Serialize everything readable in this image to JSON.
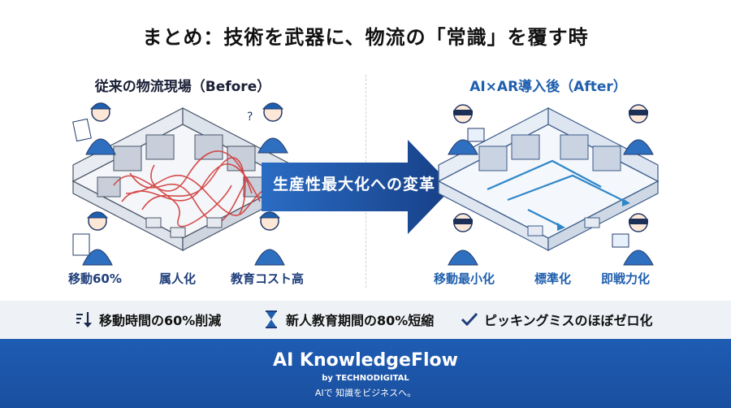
{
  "title": "まとめ：技術を武器に、物流の「常識」を覆す時",
  "before": {
    "heading": "従来の物流現場（Before）",
    "labels": [
      "移動60%",
      "属人化",
      "教育コスト高"
    ]
  },
  "after": {
    "heading": "AI×AR導入後（After）",
    "labels": [
      "移動最小化",
      "標準化",
      "即戦力化"
    ]
  },
  "arrow_label": "生産性最大化への変革",
  "stats": [
    {
      "icon": "sort-down-icon",
      "text": "移動時間の60%削減"
    },
    {
      "icon": "hourglass-icon",
      "text": "新人教育期間の80%短縮"
    },
    {
      "icon": "checkmark-icon",
      "text": "ピッキングミスのほぼゼロ化"
    }
  ],
  "footer": {
    "brand": "AI KnowledgeFlow",
    "byline": "by TECHNODIGITAL",
    "tagline": "AIで 知識をビジネスへ。"
  },
  "colors": {
    "accent": "#1f5fae",
    "footer_bg": "#1a4f9f",
    "before_path": "#d23a3a",
    "after_path": "#2f86c8",
    "strip_bg": "#eef1f6"
  }
}
